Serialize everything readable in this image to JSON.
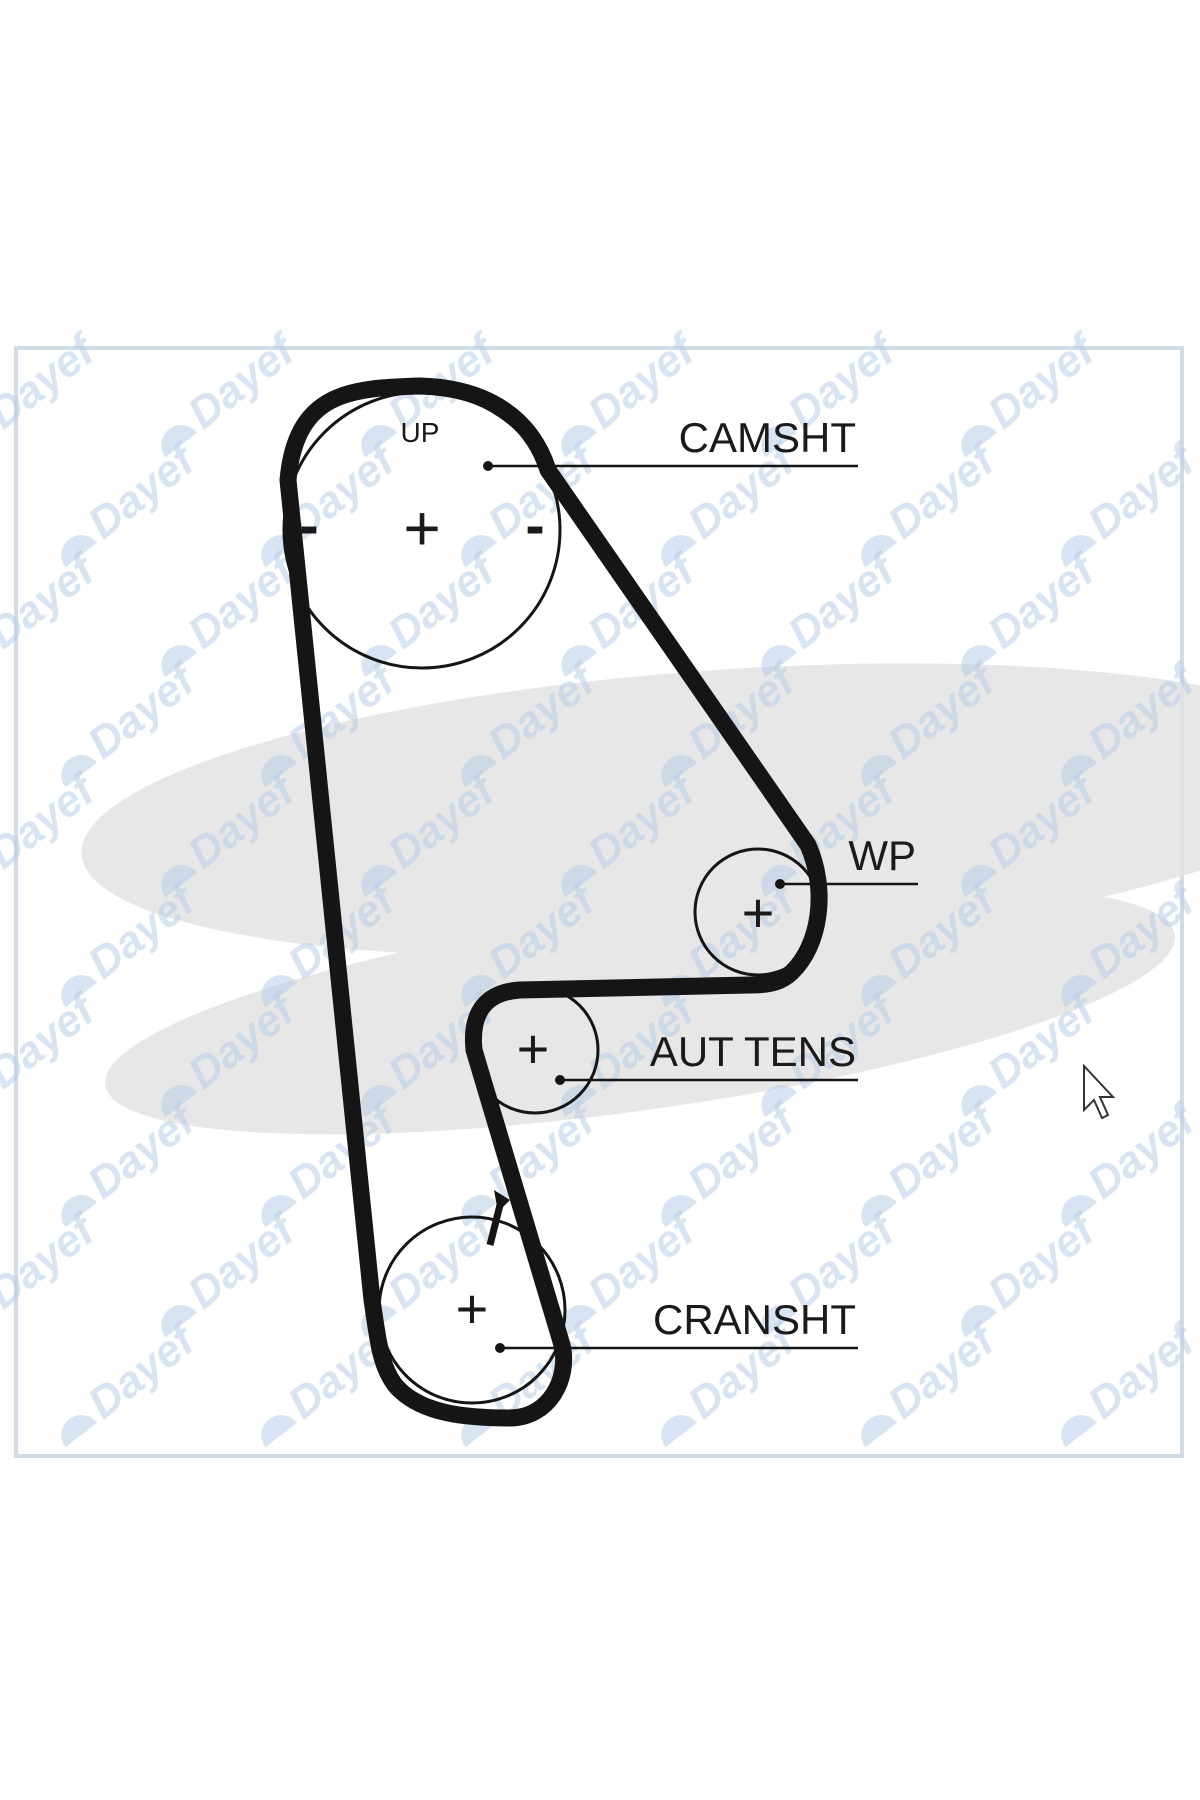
{
  "diagram": {
    "labels": {
      "up": "UP",
      "camshaft": "CAMSHT",
      "water_pump": "WP",
      "auto_tensioner": "AUT TENS",
      "crankshaft": "CRANSHT"
    },
    "camshaft_marks": {
      "left": "-",
      "center": "+",
      "right": "-"
    },
    "hub_mark": "+"
  },
  "watermark": {
    "text": "Dayef",
    "color": "#b9cfe6"
  },
  "colors": {
    "belt": "#151515",
    "frame": "#d2dce6",
    "logo_swoosh": "#e3e3e3"
  }
}
